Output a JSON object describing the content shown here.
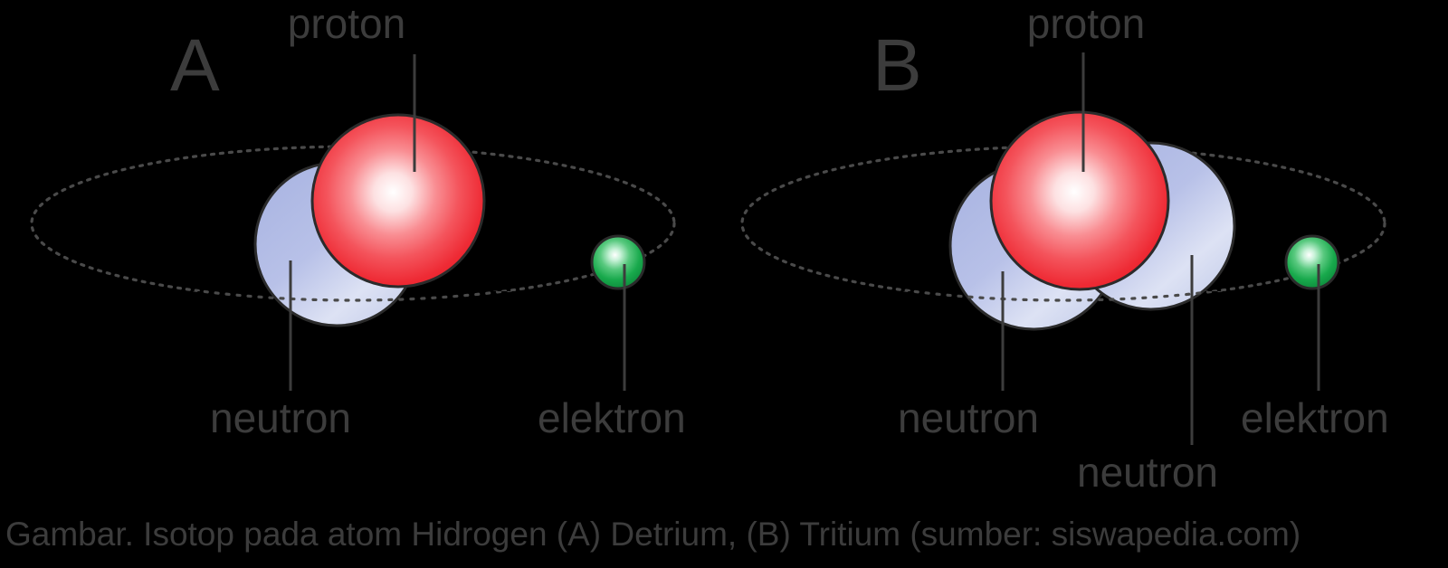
{
  "figure": {
    "background_color": "#000000",
    "text_color": "#3c3c3c",
    "caption": "Gambar. Isotop pada atom Hidrogen (A) Detrium, (B) Tritium (sumber: siswapedia.com)"
  },
  "colors": {
    "proton": "#ef2b35",
    "proton_highlight": "#ffffff",
    "neutron": "#b3bde6",
    "neutron_highlight": "#e2e7f7",
    "electron": "#16a84a",
    "electron_highlight": "#ffffff",
    "outline": "#2b2b2b",
    "orbit": "#4a4a4a",
    "label": "#3c3c3c"
  },
  "panels": [
    {
      "letter": "A",
      "isotope_name": "Detrium",
      "particle_counts": {
        "proton": 1,
        "neutron": 1,
        "electron": 1
      },
      "labels": {
        "proton": "proton",
        "neutron": "neutron",
        "electron": "elektron"
      }
    },
    {
      "letter": "B",
      "isotope_name": "Tritium",
      "particle_counts": {
        "proton": 1,
        "neutron": 2,
        "electron": 1
      },
      "labels": {
        "proton": "proton",
        "neutron_left": "neutron",
        "neutron_right": "neutron",
        "electron": "elektron"
      }
    }
  ]
}
